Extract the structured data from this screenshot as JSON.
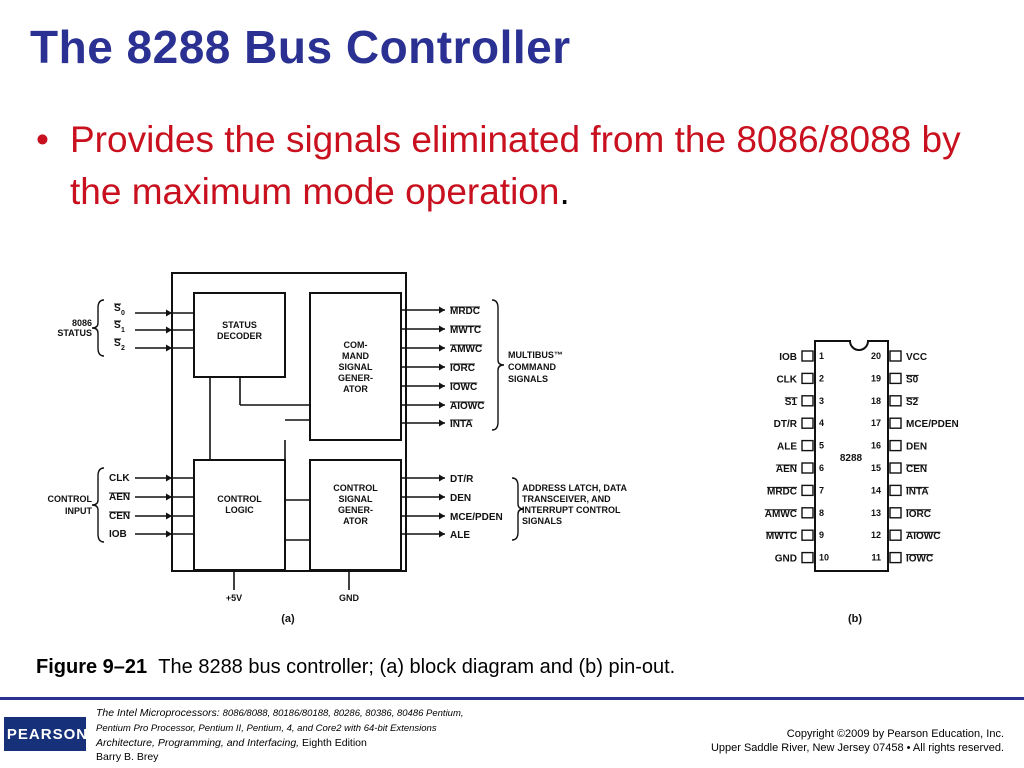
{
  "slide": {
    "title": "The 8288 Bus Controller",
    "bullet_text": "Provides the signals eliminated from the 8086/8088 by the maximum mode operation",
    "bullet_period": "."
  },
  "block_diagram": {
    "left_group_status": "8086\nSTATUS",
    "left_group_control": "CONTROL\nINPUT",
    "status_inputs": [
      "S0",
      "S1",
      "S2"
    ],
    "control_inputs": [
      "CLK",
      "AEN",
      "CEN",
      "IOB"
    ],
    "status_decoder": "STATUS\nDECODER",
    "command_generator": "COM-\nMAND\nSIGNAL\nGENER-\nATOR",
    "control_logic": "CONTROL\nLOGIC",
    "control_signal_generator": "CONTROL\nSIGNAL\nGENER-\nATOR",
    "command_outputs": [
      "MRDC",
      "MWTC",
      "AMWC",
      "IORC",
      "IOWC",
      "AIOWC",
      "INTA"
    ],
    "command_outputs_group": "MULTIBUS™\nCOMMAND\nSIGNALS",
    "control_outputs": [
      "DT/R",
      "DEN",
      "MCE/PDEN",
      "ALE"
    ],
    "control_outputs_group": "ADDRESS LATCH, DATA\nTRANSCEIVER, AND\nINTERRUPT CONTROL\nSIGNALS",
    "power": "+5V",
    "ground": "GND",
    "label": "(a)"
  },
  "pinout": {
    "chip": "8288",
    "left_pins": [
      {
        "num": "1",
        "name": "IOB"
      },
      {
        "num": "2",
        "name": "CLK"
      },
      {
        "num": "3",
        "name": "S1"
      },
      {
        "num": "4",
        "name": "DT/R"
      },
      {
        "num": "5",
        "name": "ALE"
      },
      {
        "num": "6",
        "name": "AEN"
      },
      {
        "num": "7",
        "name": "MRDC"
      },
      {
        "num": "8",
        "name": "AMWC"
      },
      {
        "num": "9",
        "name": "MWTC"
      },
      {
        "num": "10",
        "name": "GND"
      }
    ],
    "right_pins": [
      {
        "num": "20",
        "name": "VCC"
      },
      {
        "num": "19",
        "name": "S0"
      },
      {
        "num": "18",
        "name": "S2"
      },
      {
        "num": "17",
        "name": "MCE/PDEN"
      },
      {
        "num": "16",
        "name": "DEN"
      },
      {
        "num": "15",
        "name": "CEN"
      },
      {
        "num": "14",
        "name": "INTA"
      },
      {
        "num": "13",
        "name": "IORC"
      },
      {
        "num": "12",
        "name": "AIOWC"
      },
      {
        "num": "11",
        "name": "IOWC"
      }
    ],
    "label": "(b)"
  },
  "caption": {
    "figure": "Figure 9–21",
    "text": "The 8288 bus controller; (a) block diagram and (b) pin-out."
  },
  "footer": {
    "logo": "PEARSON",
    "book_title": "The Intel Microprocessors:",
    "book_line1_rest": "8086/8088, 80186/80188, 80286, 80386, 80486 Pentium,",
    "book_line2": "Pentium Pro Processor, Pentium II, Pentium, 4, and Core2 with 64-bit Extensions",
    "book_line3_italic": "Architecture, Programming, and Interfacing,",
    "book_line3_rest": "Eighth Edition",
    "author": "Barry B. Brey",
    "copyright": "Copyright ©2009 by Pearson Education, Inc.",
    "publisher": "Upper Saddle River, New Jersey 07458 • All rights reserved."
  }
}
